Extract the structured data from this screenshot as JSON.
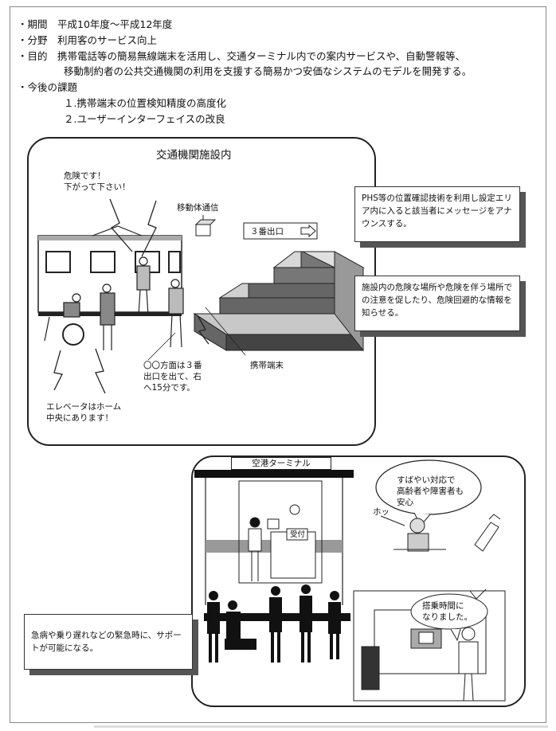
{
  "header": {
    "period": "・期間　平成10年度〜平成12年度",
    "field": "・分野　利用客のサービス向上",
    "purpose_line1": "・目的　携帯電話等の簡易無線端末を活用し、交通ターミナル内での案内サービスや、自動警報等、",
    "purpose_line2": "移動制約者の公共交通機関の利用を支援する簡易かつ安価なシステムのモデルを開発する。",
    "issues_title": "・今後の課題",
    "issue1": "１.携帯端末の位置検知精度の高度化",
    "issue2": "２.ユーザーインターフェイスの改良"
  },
  "panel1": {
    "title": "交通機関施設内",
    "danger_line1": "危険です！",
    "danger_line2": "下がって下さい！",
    "mobile_comm": "移動体通信",
    "exit_sign": "３番出口",
    "guide_line1": "〇〇方面は３番",
    "guide_line2": "出口を出て、右",
    "guide_line3": "へ15分です。",
    "terminal_label": "携帯端末",
    "elevator_line1": "エレベータはホーム",
    "elevator_line2": "中央にあります！",
    "info1": "PHS等の位置確認技術を利用し設定エリア内に入ると該当者にメッセージをアナウンスする。",
    "info2": "施設内の危険な場所や危険を伴う場所での注意を促したり、危険回避的な情報を知らせる。"
  },
  "panel2": {
    "title": "空港ターミナル",
    "reception": "受付",
    "bubble_line1": "すばやい対応で",
    "bubble_line2": "高齢者や障害者も",
    "bubble_line3": "安心",
    "hotto": "ホッ",
    "boarding_line1": "搭乗時間に",
    "boarding_line2": "なりました。",
    "emergency": "急病や乗り遅れなどの緊急時に、サポートが可能になる。"
  }
}
